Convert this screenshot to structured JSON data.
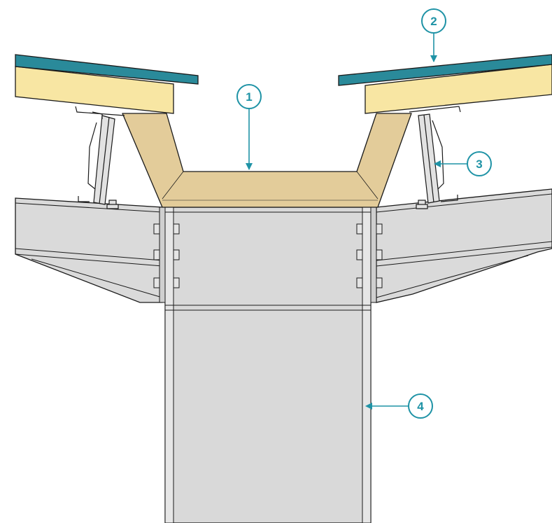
{
  "colors": {
    "roof_panel_top": "#2a8a9a",
    "insulation": "#f8e6a3",
    "gutter": "#e3cc9a",
    "steel": "#d9d9d9",
    "steel_dark": "#bdbdbd",
    "outline": "#1a1a1a",
    "callout": "#1f93a6"
  },
  "callouts": [
    {
      "id": "1",
      "label": "1"
    },
    {
      "id": "2",
      "label": "2"
    },
    {
      "id": "3",
      "label": "3"
    },
    {
      "id": "4",
      "label": "4"
    }
  ]
}
